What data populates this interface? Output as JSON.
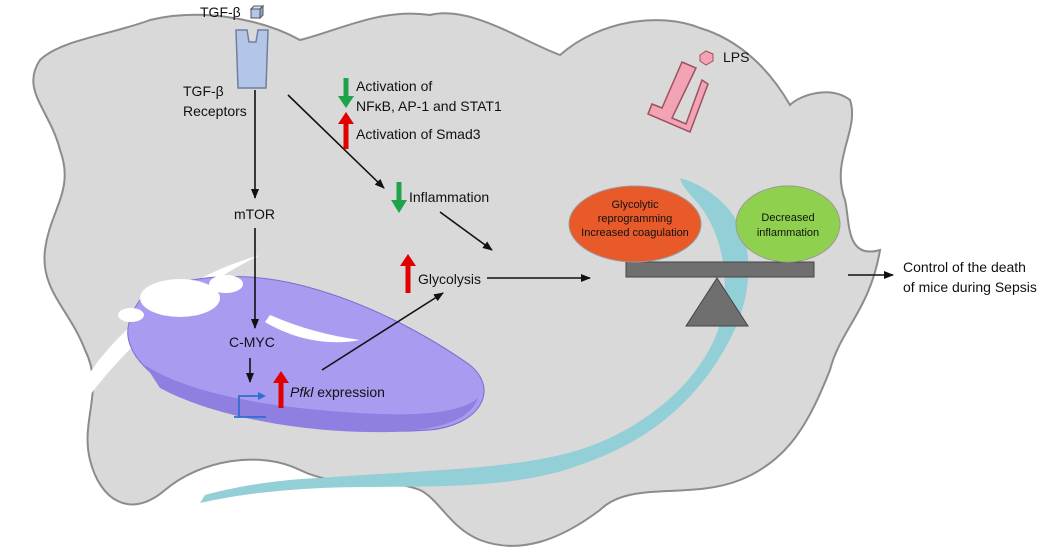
{
  "labels": {
    "tgf_beta": "TGF-β",
    "tgf_receptors_line1": "TGF-β",
    "tgf_receptors_line2": "Receptors",
    "lps": "LPS",
    "activation_of_line1": "Activation of",
    "activation_of_line2": "NFκB, AP-1 and STAT1",
    "activation_smad3": "Activation of Smad3",
    "inflammation": "Inflammation",
    "mtor": "mTOR",
    "cmyc": "C-MYC",
    "glycolysis": "Glycolysis",
    "pfkl_gene": "Pfkl",
    "pfkl_suffix": " expression",
    "glycolytic_line1": "Glycolytic",
    "glycolytic_line2": "reprogramming",
    "glycolytic_line3": "Increased coagulation",
    "decreased_line1": "Decreased",
    "decreased_line2": "inflammation",
    "outcome_line1": "Control of the death",
    "outcome_line2": "of mice during Sepsis"
  },
  "colors": {
    "cell": "#d9d9d9",
    "cell_stroke": "#8c8c8c",
    "nucleus": "#a99bf0",
    "nucleus_dark": "#8e7fe0",
    "er": "#93cfd6",
    "receptor": "#b4c6e7",
    "lps_receptor": "#f2a3b4",
    "glycolytic_oval": "#e85a2a",
    "decreased_oval": "#8fd14f",
    "scale": "#6f6f6f",
    "arrow_up": "#e00000",
    "arrow_down": "#1ea24a",
    "promoter": "#2d6fd0"
  }
}
